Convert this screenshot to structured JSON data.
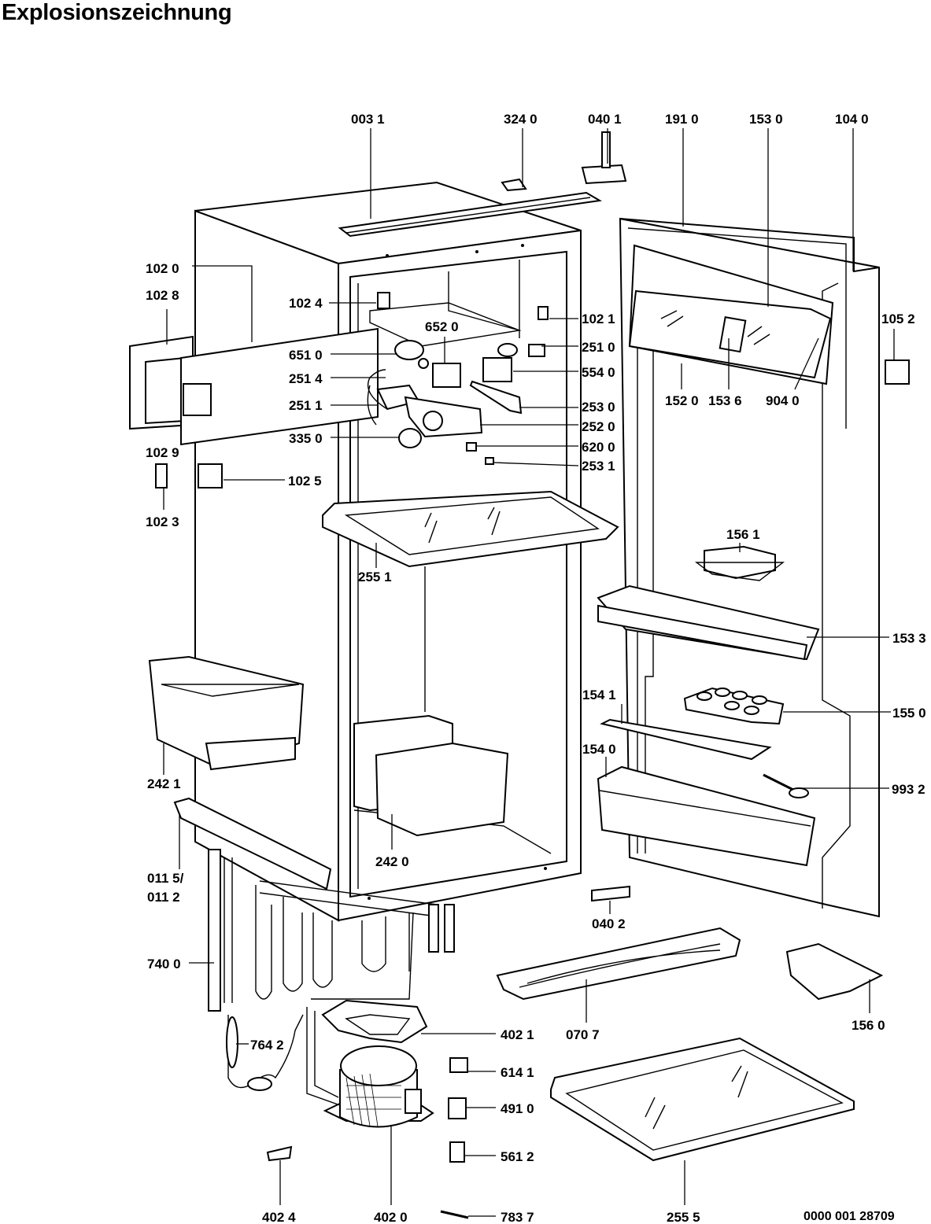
{
  "title": "Explosionszeichnung",
  "doc_number": "0000 001 28709",
  "labels": [
    {
      "id": "l0031",
      "text": "003 1"
    },
    {
      "id": "l3240",
      "text": "324 0"
    },
    {
      "id": "l0401",
      "text": "040 1"
    },
    {
      "id": "l1910",
      "text": "191 0"
    },
    {
      "id": "l1530",
      "text": "153 0"
    },
    {
      "id": "l1040",
      "text": "104 0"
    },
    {
      "id": "l1020",
      "text": "102 0"
    },
    {
      "id": "l1028",
      "text": "102 8"
    },
    {
      "id": "l1024",
      "text": "102 4"
    },
    {
      "id": "l6520",
      "text": "652 0"
    },
    {
      "id": "l1021",
      "text": "102 1"
    },
    {
      "id": "l1052",
      "text": "105 2"
    },
    {
      "id": "l6510",
      "text": "651 0"
    },
    {
      "id": "l2510",
      "text": "251 0"
    },
    {
      "id": "l2514",
      "text": "251 4"
    },
    {
      "id": "l5540",
      "text": "554 0"
    },
    {
      "id": "l2511",
      "text": "251 1"
    },
    {
      "id": "l2530",
      "text": "253 0"
    },
    {
      "id": "l1520",
      "text": "152 0"
    },
    {
      "id": "l1536",
      "text": "153 6"
    },
    {
      "id": "l9040",
      "text": "904 0"
    },
    {
      "id": "l2520",
      "text": "252 0"
    },
    {
      "id": "l3350",
      "text": "335 0"
    },
    {
      "id": "l6200",
      "text": "620 0"
    },
    {
      "id": "l1029",
      "text": "102 9"
    },
    {
      "id": "l2531",
      "text": "253 1"
    },
    {
      "id": "l1025",
      "text": "102 5"
    },
    {
      "id": "l1023",
      "text": "102 3"
    },
    {
      "id": "l1561",
      "text": "156 1"
    },
    {
      "id": "l2551",
      "text": "255 1"
    },
    {
      "id": "l1533",
      "text": "153 3"
    },
    {
      "id": "l1541",
      "text": "154 1"
    },
    {
      "id": "l1550",
      "text": "155 0"
    },
    {
      "id": "l1540",
      "text": "154 0"
    },
    {
      "id": "l2421",
      "text": "242 1"
    },
    {
      "id": "l9932",
      "text": "993 2"
    },
    {
      "id": "l2420",
      "text": "242 0"
    },
    {
      "id": "l0115",
      "text": "011 5/"
    },
    {
      "id": "l0112",
      "text": "011 2"
    },
    {
      "id": "l0402",
      "text": "040 2"
    },
    {
      "id": "l7400",
      "text": "740 0"
    },
    {
      "id": "l7642",
      "text": "764 2"
    },
    {
      "id": "l4021",
      "text": "402 1"
    },
    {
      "id": "l0707",
      "text": "070 7"
    },
    {
      "id": "l1560",
      "text": "156 0"
    },
    {
      "id": "l6141",
      "text": "614 1"
    },
    {
      "id": "l4910",
      "text": "491 0"
    },
    {
      "id": "l5612",
      "text": "561 2"
    },
    {
      "id": "l4024",
      "text": "402 4"
    },
    {
      "id": "l4020",
      "text": "402 0"
    },
    {
      "id": "l7837",
      "text": "783 7"
    },
    {
      "id": "l2555",
      "text": "255 5"
    }
  ]
}
